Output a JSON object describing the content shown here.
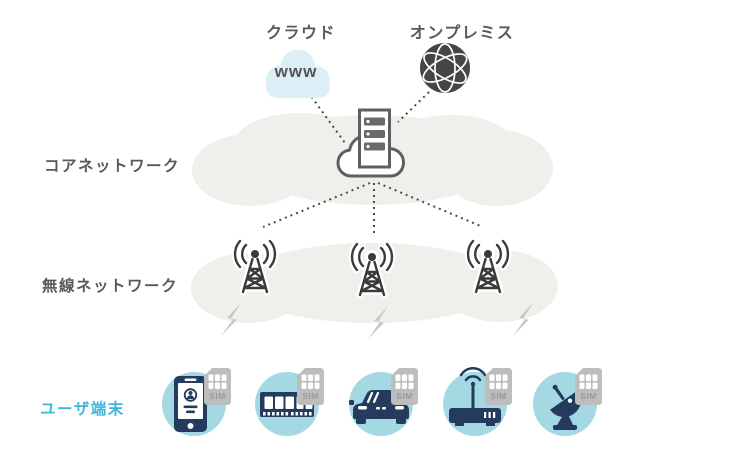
{
  "diagram": {
    "external_nodes": {
      "cloud": {
        "label": "クラウド",
        "icon": "www-cloud-icon",
        "icon_text": "www"
      },
      "onpremises": {
        "label": "オンプレミス",
        "icon": "globe-icon"
      }
    },
    "layers": {
      "core": {
        "label": "コアネットワーク",
        "icon": "server-cloud-icon"
      },
      "radio": {
        "label": "無線ネットワーク",
        "icon": "radio-tower-icon",
        "tower_count": 3
      },
      "user": {
        "label": "ユーザ端末",
        "sim_badge": "SIM",
        "devices": [
          "smartphone",
          "iot-memory-module",
          "connected-car",
          "wifi-router",
          "satellite-antenna"
        ]
      }
    },
    "colors": {
      "background": "#ffffff",
      "bg_cloud_fill": "#f1efec",
      "icon_dark": "#3f3f3f",
      "label_gray": "#595959",
      "user_label_cyan": "#3eb7d7",
      "device_circle_blue": "#a4d8e3",
      "device_navy": "#243b5e",
      "sim_gray": "#bdbdbd",
      "www_cloud_blue": "#dceef6",
      "lightning_gray": "#c8c6c3"
    }
  }
}
